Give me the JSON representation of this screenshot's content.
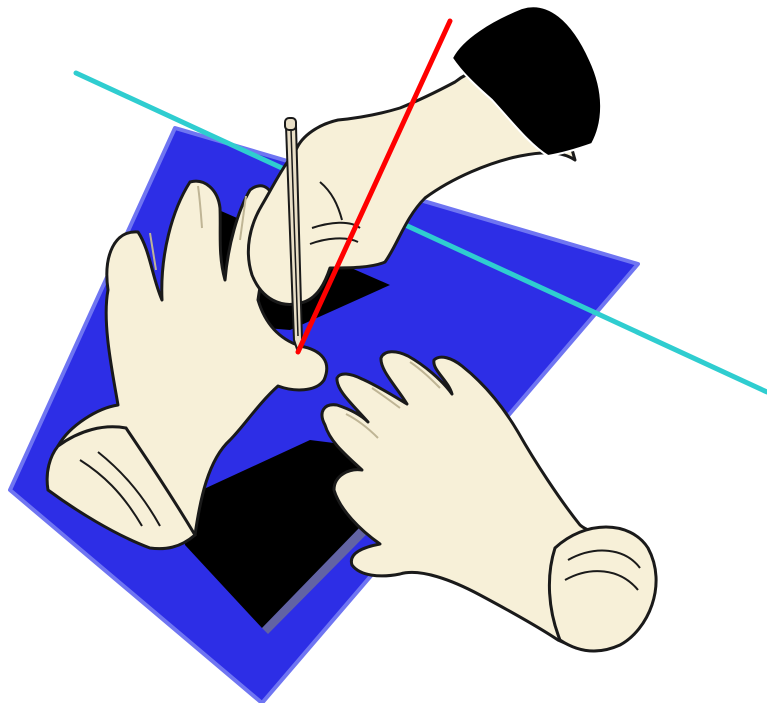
{
  "scene": {
    "colors": {
      "background": "#ffffff",
      "plane": "#2d2ee6",
      "plane_edge": "#6f75f2",
      "shadow": "#000000",
      "skin": "#f7f0d8",
      "skin_shade": "#d9cfb0",
      "outline": "#1a1a1a",
      "sleeve": "#000000",
      "pencil": "#e9dfc7",
      "red_line": "#ff0000",
      "cyan_line": "#2fcdd0"
    },
    "elements": [
      "blue-plane",
      "black-shadow-shapes",
      "left-hand",
      "right-hand",
      "writing-hand-with-pencil",
      "black-sleeve",
      "red-line",
      "cyan-line"
    ]
  }
}
